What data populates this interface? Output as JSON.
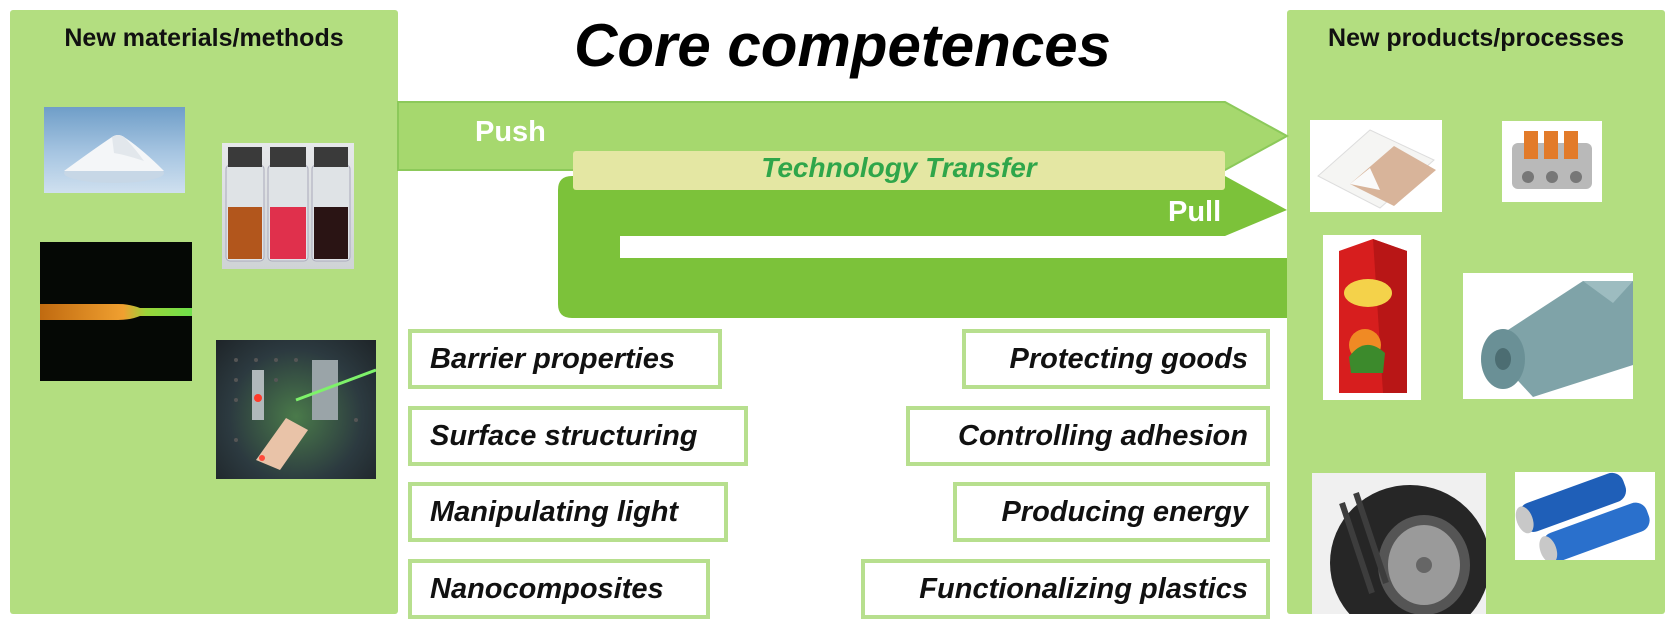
{
  "title": "Core competences",
  "left_panel": {
    "title": "New materials/methods"
  },
  "right_panel": {
    "title": "New products/processes"
  },
  "flow": {
    "push": "Push",
    "pull": "Pull",
    "transfer": "Technology Transfer"
  },
  "competences": [
    "Barrier properties",
    "Surface structuring",
    "Manipulating light",
    "Nanocomposites"
  ],
  "applications": [
    "Protecting goods",
    "Controlling adhesion",
    "Producing energy",
    "Functionalizing plastics"
  ],
  "images": {
    "left": [
      "white-powder-pile",
      "colored-solution-vials",
      "glowing-optical-fiber",
      "laser-optics-setup"
    ],
    "right": [
      "adhesive-sheets",
      "wire-connector",
      "juice-carton",
      "plastic-film-roll",
      "car-tire",
      "supercapacitor-cells"
    ]
  },
  "colors": {
    "panel": "#b3de80",
    "push_arrow": "#a6d86e",
    "pull_arrow": "#7cc23a",
    "transfer_band": "#e4e7a3",
    "transfer_text": "#2fa64a",
    "box_border": "#b7df8e"
  }
}
